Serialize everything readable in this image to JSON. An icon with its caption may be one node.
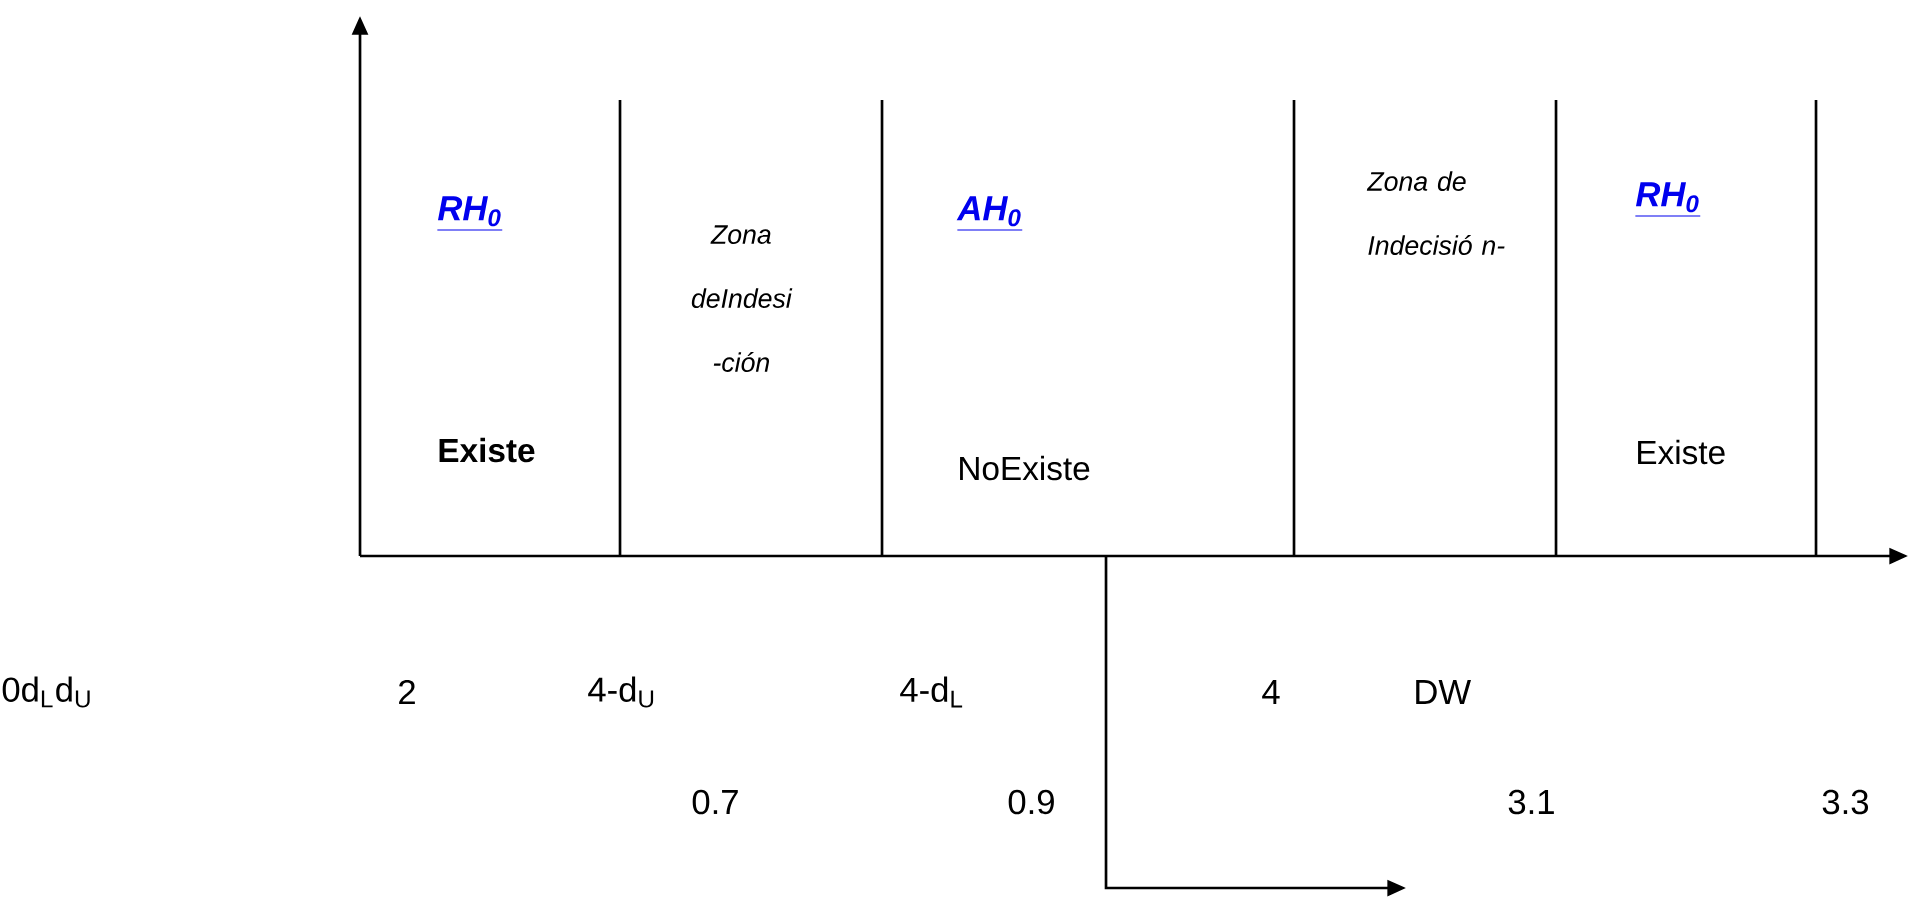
{
  "diagram": {
    "nodes": [
      {
        "text": [
          "RH$_{0}$",
          "Existe"
        ]
      },
      {
        "text": [
          "Zona deIndesi -ción"
        ]
      },
      {
        "text": [
          "AH$_{0}$",
          "NoExiste"
        ]
      },
      {
        "text": [
          "Zona de Indecisió n-"
        ]
      },
      {
        "text": [
          "RH$_{0}$",
          "Existe"
        ]
      }
    ],
    "labels": [
      "0d$_{L}$d$_{U}$",
      "2",
      "4-d$_{U}$",
      "4-d$_{L}$",
      "4",
      "DW",
      "0.7",
      "0.9",
      "3.1",
      "3.3"
    ]
  }
}
